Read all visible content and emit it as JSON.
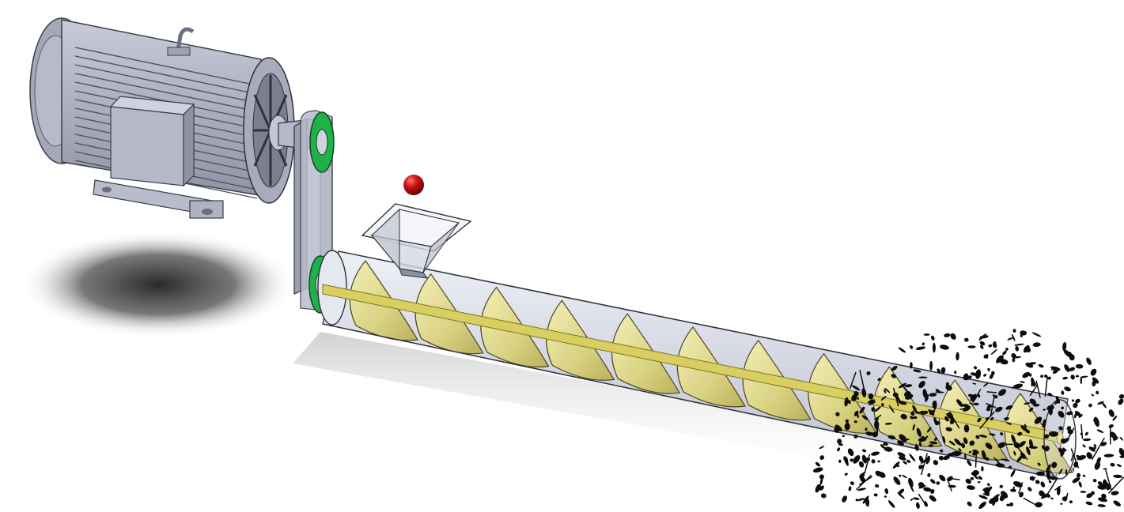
{
  "colors": {
    "background": "#ffffff",
    "motor_body": "#a9adbd",
    "motor_dark": "#5d6172",
    "motor_light": "#c9ccd8",
    "pulley_green": "#21b14a",
    "belt": "#8e93a3",
    "trough_glass": "#d9dbe6",
    "screw_flight": "#e1dc8f",
    "shaft": "#d8cf60",
    "ball": "#cc1414",
    "shadow": "#2a2a2a",
    "foliage": "#0d0d0d"
  },
  "components": [
    {
      "id": "motor",
      "icon": "electric-motor-icon"
    },
    {
      "id": "belt-drive",
      "icon": "belt-pulley-icon"
    },
    {
      "id": "hopper",
      "icon": "hopper-icon"
    },
    {
      "id": "conveyor-trough",
      "icon": "transparent-tube-icon"
    },
    {
      "id": "screw-flights",
      "icon": "auger-icon"
    },
    {
      "id": "material-particle",
      "icon": "red-ball-icon"
    },
    {
      "id": "foliage-decal",
      "icon": "tree-silhouette-icon"
    }
  ],
  "flight_count": 11
}
